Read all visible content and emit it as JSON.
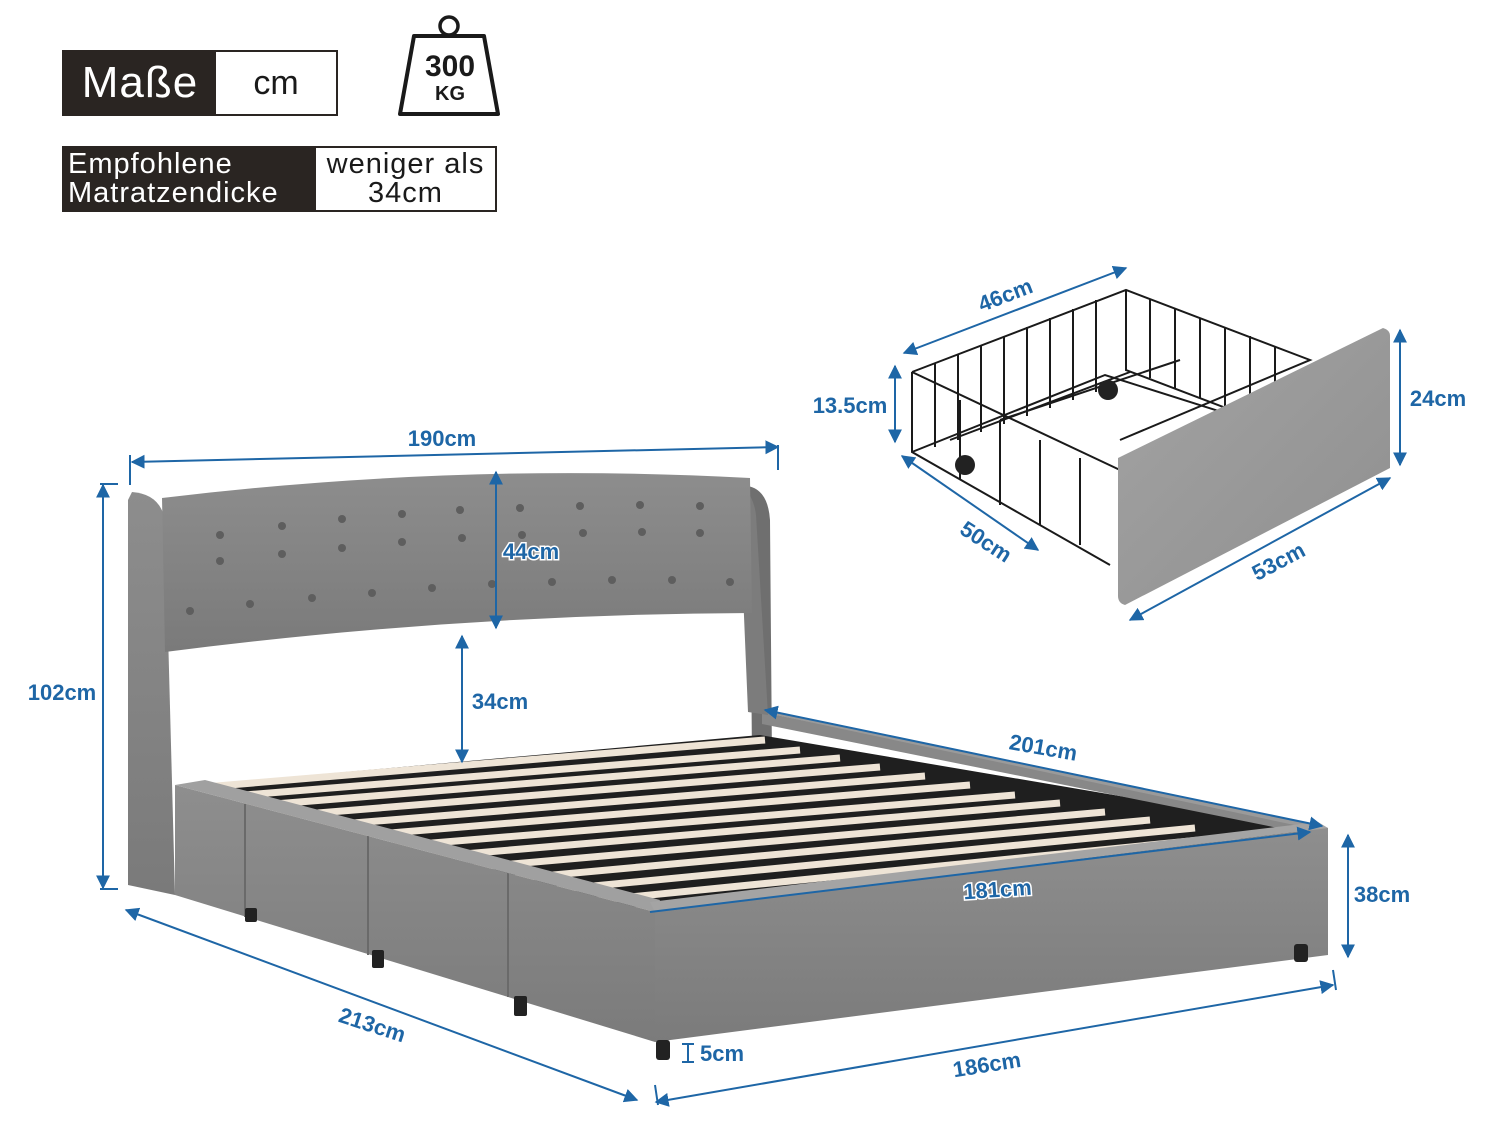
{
  "header": {
    "units_label": "Maße",
    "units_value": "cm",
    "weight_capacity": {
      "value": "300",
      "unit": "KG",
      "icon": "weight-icon"
    },
    "mattress": {
      "label_line1": "Empfohlene",
      "label_line2": "Matratzendicke",
      "value_line1": "weniger als",
      "value_line2": "34cm"
    }
  },
  "bed_dimensions": {
    "headboard_width": "190cm",
    "headboard_panel_height": "44cm",
    "total_height": "102cm",
    "headboard_clearance": "34cm",
    "inner_length": "201cm",
    "inner_width": "181cm",
    "side_height": "38cm",
    "total_length": "213cm",
    "total_width": "186cm",
    "leg_height": "5cm"
  },
  "drawer_dimensions": {
    "basket_width": "46cm",
    "basket_height": "13.5cm",
    "basket_depth": "50cm",
    "front_panel_height": "24cm",
    "front_panel_width": "53cm"
  },
  "colors": {
    "dimension_blue": "#1e66a6",
    "upholstery_gray": "#8a8a8a",
    "slat_wood": "#eee4d6",
    "label_dark": "#2a2522"
  }
}
